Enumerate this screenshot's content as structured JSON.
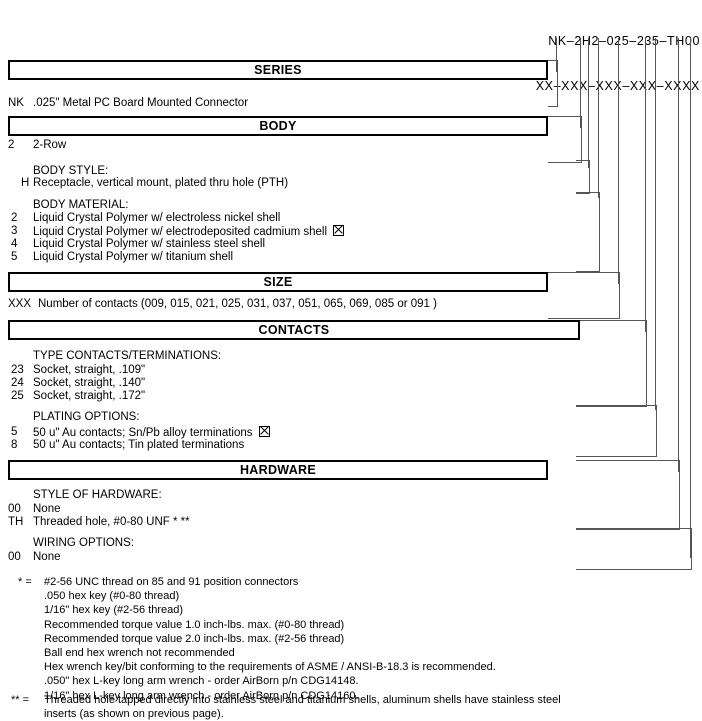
{
  "part_number": {
    "example": "NK–2H2–025–235–TH00",
    "mask": "XX–XXX–XXX–XXX–XXXX"
  },
  "sections": [
    {
      "title": "SERIES",
      "rows": [
        {
          "code": "NK",
          "text": ".025\" Metal PC Board Mounted Connector"
        }
      ]
    },
    {
      "title": "BODY",
      "rows": [
        {
          "code": "2",
          "text": "2-Row"
        }
      ],
      "groups": [
        {
          "heading": "BODY STYLE:",
          "rows": [
            {
              "code": "H",
              "text": "Receptacle, vertical mount, plated thru hole (PTH)"
            }
          ]
        },
        {
          "heading": "BODY MATERIAL:",
          "rows": [
            {
              "code": "2",
              "text": "Liquid Crystal Polymer w/ electroless nickel shell"
            },
            {
              "code": "3",
              "text": "Liquid Crystal Polymer w/ electrodeposited cadmium shell",
              "marker": "x-box"
            },
            {
              "code": "4",
              "text": "Liquid Crystal Polymer w/ stainless steel shell"
            },
            {
              "code": "5",
              "text": "Liquid Crystal Polymer w/ titanium shell"
            }
          ]
        }
      ]
    },
    {
      "title": "SIZE",
      "rows": [
        {
          "code": "XXX",
          "text": "Number of contacts (009, 015, 021, 025, 031, 037, 051, 065, 069, 085 or 091 )"
        }
      ]
    },
    {
      "title": "CONTACTS",
      "groups": [
        {
          "heading": "TYPE CONTACTS/TERMINATIONS:",
          "rows": [
            {
              "code": "23",
              "text": "Socket, straight, .109\""
            },
            {
              "code": "24",
              "text": "Socket, straight, .140\""
            },
            {
              "code": "25",
              "text": "Socket, straight, .172\""
            }
          ]
        },
        {
          "heading": "PLATING OPTIONS:",
          "rows": [
            {
              "code": "5",
              "text": "50 u\" Au contacts; Sn/Pb alloy terminations",
              "marker": "x-box"
            },
            {
              "code": "8",
              "text": "50 u\" Au contacts; Tin plated terminations"
            }
          ]
        }
      ]
    },
    {
      "title": "HARDWARE",
      "groups": [
        {
          "heading": "STYLE OF HARDWARE:",
          "rows": [
            {
              "code": "00",
              "text": "None"
            },
            {
              "code": "TH",
              "text": "Threaded hole, #0-80 UNF * **"
            }
          ]
        },
        {
          "heading": "WIRING OPTIONS:",
          "rows": [
            {
              "code": "00",
              "text": "None"
            }
          ]
        }
      ]
    }
  ],
  "footnotes": [
    {
      "mark": "*  =",
      "lines": [
        "#2-56 UNC thread on 85 and 91 position connectors",
        ".050 hex key (#0-80 thread)",
        "1/16\" hex key (#2-56 thread)",
        "Recommended torque value 1.0 inch-lbs. max. (#0-80 thread)",
        "Recommended torque value 2.0 inch-lbs. max. (#2-56 thread)",
        "Ball end hex wrench not recommended",
        "Hex wrench key/bit conforming to the requirements of ASME / ANSI-B-18.3 is recommended.",
        ".050\" hex L-key long arm wrench - order AirBorn p/n CDG14148.",
        "1/16\" hex L-key long arm wrench - order AirBorn p/n CDG14160."
      ]
    },
    {
      "mark": "** =",
      "lines": [
        "Threaded hole tapped directly into stainless steel and titanium shells, aluminum shells have stainless steel",
        "inserts (as shown on previous page)."
      ]
    }
  ]
}
